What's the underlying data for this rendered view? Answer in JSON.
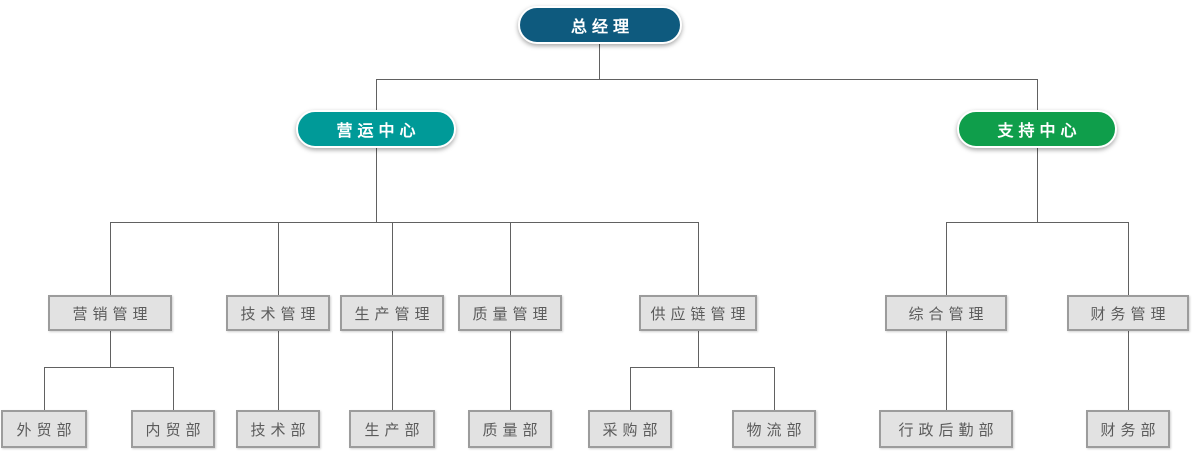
{
  "diagram_type": "org-chart",
  "org_tree": {
    "label": "总经理",
    "children": [
      {
        "label": "营运中心",
        "children": [
          {
            "label": "营销管理",
            "children": [
              {
                "label": "外贸部"
              },
              {
                "label": "内贸部"
              }
            ]
          },
          {
            "label": "技术管理",
            "children": [
              {
                "label": "技术部"
              }
            ]
          },
          {
            "label": "生产管理",
            "children": [
              {
                "label": "生产部"
              }
            ]
          },
          {
            "label": "质量管理",
            "children": [
              {
                "label": "质量部"
              }
            ]
          },
          {
            "label": "供应链管理",
            "children": [
              {
                "label": "采购部"
              },
              {
                "label": "物流部"
              }
            ]
          }
        ]
      },
      {
        "label": "支持中心",
        "children": [
          {
            "label": "综合管理",
            "children": [
              {
                "label": "行政后勤部"
              }
            ]
          },
          {
            "label": "财务管理",
            "children": [
              {
                "label": "财务部"
              }
            ]
          }
        ]
      }
    ]
  },
  "colors": {
    "root-bg": "#0e5a7e",
    "operations-bg": "#009a98",
    "support-bg": "#0f9e4b",
    "dept-bg": "#e2e2e2",
    "dept-border": "#9c9c9c",
    "dept-text": "#5b5b5b",
    "line": "#616161",
    "pill-text": "#ffffff"
  }
}
